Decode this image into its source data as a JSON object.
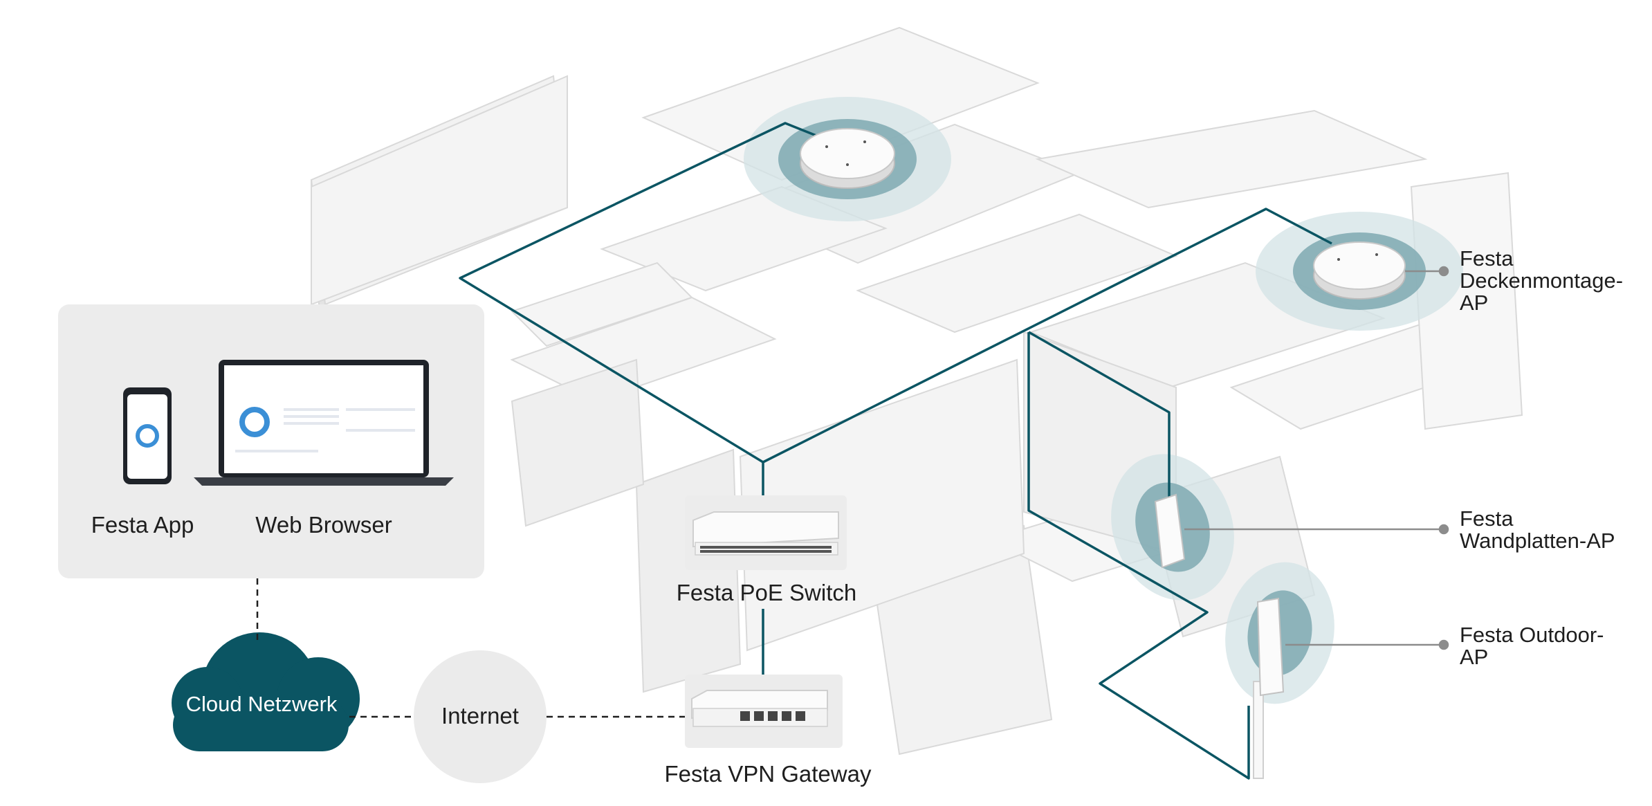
{
  "labels": {
    "festa_app": "Festa App",
    "web_browser": "Web Browser",
    "poe_switch": "Festa PoE Switch",
    "vpn_gateway": "Festa VPN Gateway",
    "cloud": "Cloud Netzwerk",
    "internet": "Internet",
    "ceiling_ap": [
      "Festa",
      "Deckenmontage-",
      "AP"
    ],
    "wall_ap": [
      "Festa",
      "Wandplatten-AP"
    ],
    "outdoor_ap": [
      "Festa Outdoor-",
      "AP"
    ]
  },
  "colors": {
    "network_line": "#0b5563",
    "cloud": "#0b5563",
    "panel_bg": "#ececec",
    "internet_circle": "#ebebeb",
    "furniture": "#f1f1f1",
    "furniture_edge": "#d6d6d6",
    "wifi_inner": "#7fa9b1",
    "wifi_outer": "#d3e3e6",
    "leader_line": "#8c8c8c"
  }
}
